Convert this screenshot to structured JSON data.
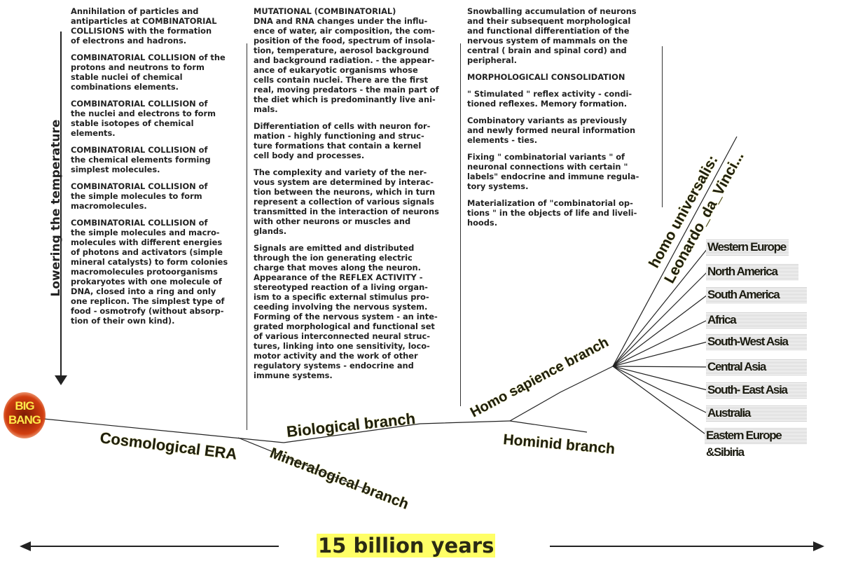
{
  "columns": {
    "col1": [
      "Annihilation of particles and\nantiparticles at COMBINATORIAL\nCOLLISIONS with the formation\nof electrons and hadrons.",
      "COMBINATORIAL COLLISION of the\nprotons and neutrons to form\nstable nuclei of chemical\ncombinations elements.",
      "COMBINATORIAL  COLLISION of\nthe nuclei and electrons to form\nstable isotopes of chemical\nelements.",
      "COMBINATORIAL  COLLISION of\nthe chemical elements forming\nsimplest molecules.",
      "COMBINATORIAL  COLLISION of\nthe simple molecules to form\nmacromolecules.",
      "COMBINATORIAL COLLISION of\nthe simple molecules and macro-\nmolecules with different energies\nof photons  and activators (simple\nmineral catalysts) to form colonies\nmacromolecules protoorganisms\nprokaryotes with one molecule of\nDNA, closed into a ring and only\none replicon. The simplest type of\nfood - osmotrofy (without absorp-\ntion of their own kind)."
    ],
    "col2_heading": "MUTATIONAL (COMBINATORIAL)",
    "col2": [
      "DNA and RNA  changes under the influ-\nence of water, air composition, the com-\nposition of the food, spectrum of insola-\ntion, temperature, aerosol background\nand background radiation. - the appear-\nance of eukaryotic organisms whose\ncells contain nuclei. There are the first\nreal, moving predators - the main part of\nthe diet which is predominantly live ani-\nmals.",
      "Differentiation of cells with neuron for-\nmation - highly functioning and struc-\nture formations that contain a kernel\ncell body and processes.",
      "The complexity and variety of the ner-\nvous system are determined by interac-\ntion between the neurons, which in turn\nrepresent a collection of various signals\ntransmitted in the interaction of neurons\nwith other neurons or muscles and\nglands.",
      "Signals are emitted and distributed\nthrough the ion generating electric\ncharge that moves along the neuron.\nAppearance of the REFLEX ACTIVITY -\nstereotyped reaction of a living organ-\nism to a specific external stimulus pro-\nceeding involving the nervous system.\nForming of the nervous system - an inte-\ngrated morphological and functional set\nof various interconnected neural struc-\ntures,  linking into one sensitivity, loco-\nmotor activity and the work of other\nregulatory systems - endocrine and\nimmune systems."
    ],
    "col3": [
      "Snowballing accumulation of neurons\nand their subsequent morphological\nand functional differentiation of the\nnervous system of mammals on the\ncentral ( brain and spinal cord) and\nperipheral.",
      "MORPHOLOGICALl CONSOLIDATION",
      "\" Stimulated \" reflex activity - condi-\ntioned reflexes. Memory formation.",
      "Combinatory variants as previously\nand newly formed neural information\nelements - ties.",
      "Fixing \" combinatorial variants \" of\nneuronal connections with certain \"\nlabels\" endocrine and immune regula-\ntory systems.",
      "Materialization of \"combinatorial op-\ntions \" in the objects of life and liveli-\nhoods."
    ]
  },
  "axis": {
    "temperature_label": "Lowering the temperature",
    "time_label": "15 billion years"
  },
  "origin": {
    "line1": "BIG",
    "line2": "BANG"
  },
  "branches": {
    "cosmological": "Cosmological ERA",
    "mineralogical": "Mineralogical branch",
    "biological": "Biological branch",
    "hominid": "Hominid  branch",
    "homo_sapience": "Homo sapience branch",
    "homo_universalis": "homo universalis:",
    "leonardo": "Leonardo_da_Vinci..."
  },
  "regions": [
    "Western Europe",
    "North America",
    "South America",
    "Africa",
    "South-West Asia",
    "Central Asia",
    "South- East Asia",
    "Australia",
    "Eastern Europe &Sibiria"
  ],
  "colors": {
    "label_text": "#1e1e10",
    "label_halo": "#e9e6a8",
    "years_highlight": "#ffff66",
    "bigbang_core": "#b5300a",
    "bigbang_text": "#ffe84a"
  }
}
